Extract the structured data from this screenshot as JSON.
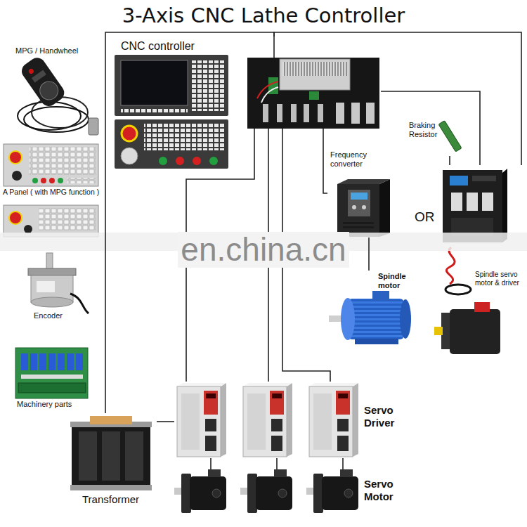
{
  "diagram": {
    "title": "3-Axis CNC Lathe Controller",
    "nodes": [
      {
        "text": [
          "CNC controller"
        ]
      },
      {
        "text": [
          "Braking Resistor"
        ]
      },
      {
        "text": [
          "Frequency converter"
        ]
      },
      {
        "text": [
          "Spindle servo motor & driver"
        ]
      },
      {
        "text": [
          "Spindle motor"
        ]
      },
      {
        "text": [
          "Servo Driver"
        ]
      },
      {
        "text": [
          "Transformer"
        ]
      },
      {
        "text": [
          "Servo Motor"
        ]
      }
    ],
    "edges": [
      {
        "from": 6,
        "to": 0,
        "arrow": "none"
      },
      {
        "from": 0,
        "to": 3,
        "arrow": "none"
      },
      {
        "from": 0,
        "to": 3,
        "arrow": "none"
      },
      {
        "from": 0,
        "to": 2,
        "arrow": "none"
      },
      {
        "from": 0,
        "to": 5,
        "arrow": "none"
      },
      {
        "from": 0,
        "to": 5,
        "arrow": "none"
      },
      {
        "from": 0,
        "to": 5,
        "arrow": "none"
      },
      {
        "from": 1,
        "to": 3,
        "arrow": "none"
      },
      {
        "from": 2,
        "to": 4,
        "arrow": "none"
      },
      {
        "from": 6,
        "to": 5,
        "arrow": "none"
      },
      {
        "from": 5,
        "to": 7,
        "arrow": "none"
      },
      {
        "from": 5,
        "to": 7,
        "arrow": "none"
      },
      {
        "from": 5,
        "to": 7,
        "arrow": "none"
      }
    ],
    "labels": [
      "MPG / Handwheel",
      "A Panel ( with MPG function )",
      "OR",
      "en.china.cn",
      "Encoder",
      "Machinery parts"
    ]
  }
}
